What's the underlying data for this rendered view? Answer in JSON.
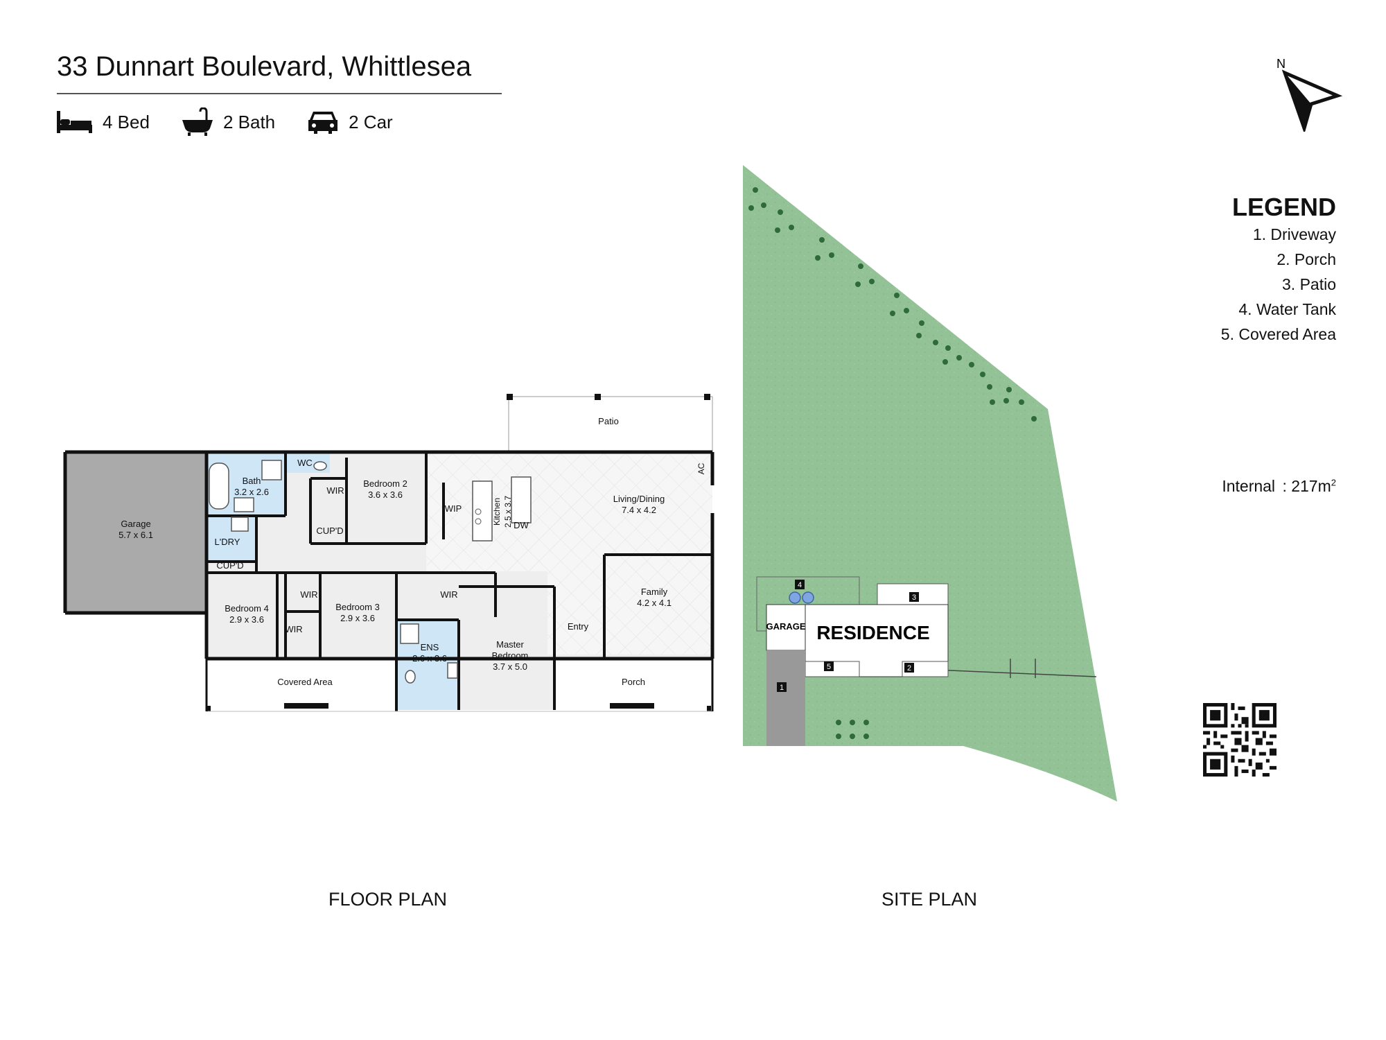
{
  "header": {
    "address": "33 Dunnart Boulevard, Whittlesea",
    "stats": [
      {
        "icon": "bed-icon",
        "label": "4 Bed"
      },
      {
        "icon": "bath-icon",
        "label": "2 Bath"
      },
      {
        "icon": "car-icon",
        "label": "2 Car"
      }
    ]
  },
  "compass": {
    "label": "N"
  },
  "legend": {
    "title": "LEGEND",
    "items": [
      "1. Driveway",
      "2. Porch",
      "3. Patio",
      "4. Water Tank",
      "5. Covered Area"
    ]
  },
  "internal": {
    "label": "Internal",
    "value": ": 217m",
    "sup": "2"
  },
  "floor_plan": {
    "caption": "FLOOR PLAN",
    "rooms": {
      "patio": "Patio",
      "garage": "Garage",
      "garage_dim": "5.7 x 6.1",
      "bath": "Bath",
      "bath_dim": "3.2 x 2.6",
      "wc": "WC",
      "wir_bed2": "WIR",
      "cupd_bed2": "CUP'D",
      "bedroom2": "Bedroom 2",
      "bedroom2_dim": "3.6 x 3.6",
      "wip": "WIP",
      "kitchen": "Kitchen",
      "kitchen_dim": "2.5 x 3.7",
      "dw": "DW",
      "living": "Living/Dining",
      "living_dim": "7.4 x 4.2",
      "ac": "AC",
      "ldry": "L'DRY",
      "cupd_ldry": "CUP'D",
      "bedroom4": "Bedroom 4",
      "bedroom4_dim": "2.9 x 3.6",
      "wir_a": "WIR",
      "wir_b": "WIR",
      "bedroom3": "Bedroom 3",
      "bedroom3_dim": "2.9 x 3.6",
      "wir_master": "WIR",
      "ens": "ENS",
      "ens_dim": "2.6 x 3.6",
      "master": "Master",
      "master2": "Bedroom",
      "master_dim": "3.7 x 5.0",
      "entry": "Entry",
      "family": "Family",
      "family_dim": "4.2 x 4.1",
      "covered": "Covered Area",
      "porch": "Porch"
    }
  },
  "site_plan": {
    "caption": "SITE PLAN",
    "residence": "RESIDENCE",
    "garage": "GARAGE",
    "markers": [
      "1",
      "2",
      "3",
      "4",
      "5"
    ]
  }
}
